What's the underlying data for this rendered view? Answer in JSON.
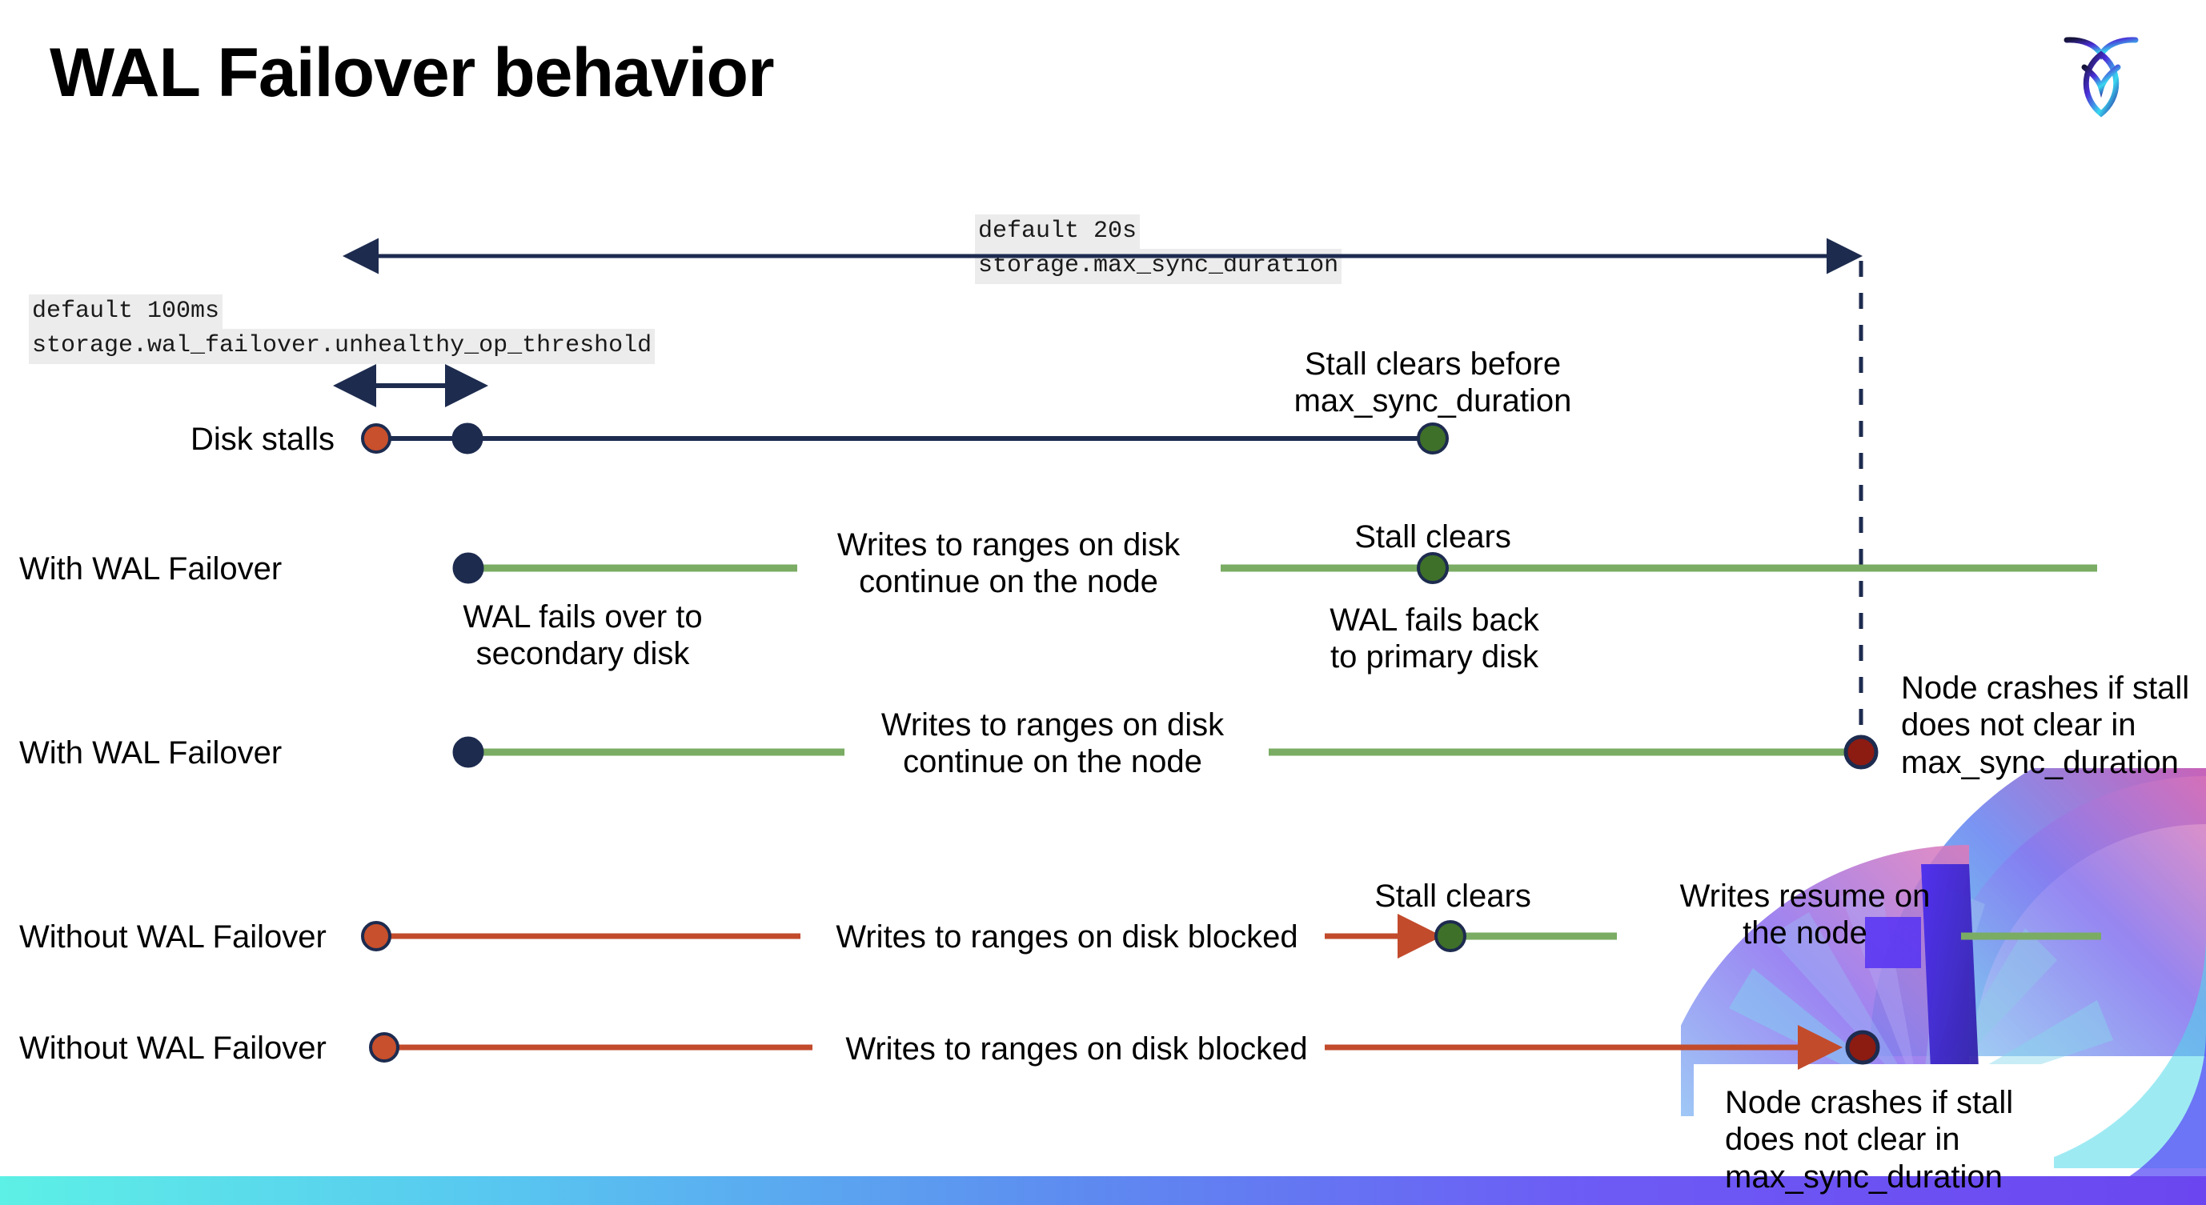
{
  "title": "WAL Failover behavior",
  "logo": {
    "name": "cockroachdb-logo"
  },
  "callouts": {
    "top": {
      "line1": "default 20s",
      "line2": "storage.max_sync_duration"
    },
    "left": {
      "line1": "default 100ms",
      "line2": "storage.wal_failover.unhealthy_op_threshold"
    }
  },
  "rows": [
    {
      "label": "Disk stalls"
    },
    {
      "label": "With WAL Failover"
    },
    {
      "label": "With WAL Failover"
    },
    {
      "label": "Without WAL Failover"
    },
    {
      "label": "Without WAL Failover"
    }
  ],
  "annotations": {
    "stall_clears_before": "Stall clears before\nmax_sync_duration",
    "stall_clears_before_l1": "Stall clears before",
    "stall_clears_before_l2": "max_sync_duration",
    "writes_continue_l1": "Writes to ranges on disk",
    "writes_continue_l2": "continue on the node",
    "stall_clears": "Stall clears",
    "wal_fails_over_l1": "WAL fails over to",
    "wal_fails_over_l2": "secondary disk",
    "wal_fails_back_l1": "WAL fails  back",
    "wal_fails_back_l2": "to primary disk",
    "node_crashes_l1": "Node crashes if stall",
    "node_crashes_l2": "does not clear in",
    "node_crashes_l3": "max_sync_duration",
    "writes_blocked": "Writes to ranges on disk  blocked",
    "writes_resume_l1": "Writes resume on",
    "writes_resume_l2": "the node"
  },
  "colors": {
    "navy": "#1d2b4f",
    "green_line": "#7aac63",
    "green_dot": "#3f7029",
    "orange_dot": "#c8502c",
    "orange_line": "#c24b2c",
    "dark_red_dot": "#8c1b12",
    "code_bg": "#ececec",
    "gradient_start": "#5df0e6",
    "gradient_end": "#6b46f0"
  }
}
